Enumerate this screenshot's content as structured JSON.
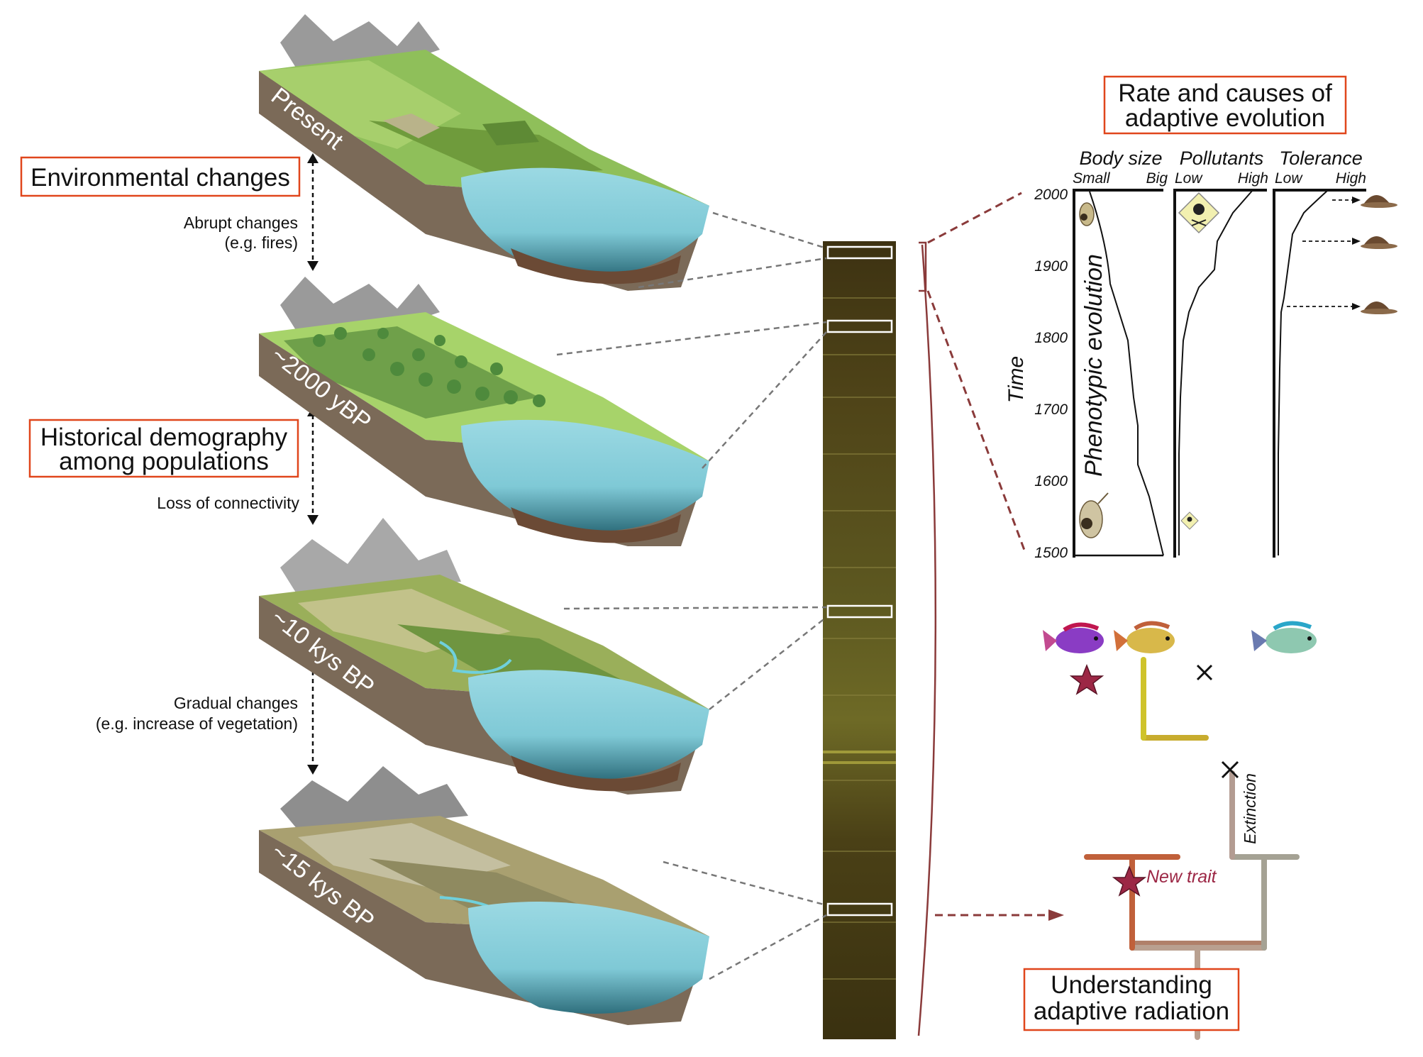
{
  "left_panel": {
    "environmental_changes": "Environmental changes",
    "abrupt_changes": "Abrupt changes",
    "abrupt_example": "(e.g. fires)",
    "historical_demography_line1": "Historical demography",
    "historical_demography_line2": "among populations",
    "loss_of_connectivity": "Loss of connectivity",
    "gradual_changes": "Gradual changes",
    "gradual_example": "(e.g. increase of vegetation)"
  },
  "landscapes": [
    {
      "label": "Present"
    },
    {
      "label": "~2000 yBP"
    },
    {
      "label": "~10 kys BP"
    },
    {
      "label": "~15 kys BP"
    }
  ],
  "rate_panel": {
    "title_line1": "Rate and causes of",
    "title_line2": "adaptive evolution",
    "column_headers": [
      "Body size",
      "Pollutants",
      "Tolerance"
    ],
    "body_size_scale": [
      "Small",
      "Big"
    ],
    "pollutants_scale": [
      "Low",
      "High"
    ],
    "tolerance_scale": [
      "Low",
      "High"
    ],
    "time_axis_label": "Time",
    "time_ticks": [
      "2000",
      "1900",
      "1800",
      "1700",
      "1600",
      "1500"
    ],
    "phenotypic_label": "Phenotypic evolution"
  },
  "radiation_panel": {
    "new_trait": "New trait",
    "extinction": "Extinction",
    "title_line1": "Understanding",
    "title_line2": "adaptive radiation"
  },
  "colors": {
    "box_border": "#e0461c",
    "connector_dark": "#8a3a3a",
    "connector_grey": "#777777",
    "water": "#86d3df",
    "soil": "#7b6a58",
    "core": "#4a3d14",
    "star": "#9c2745"
  }
}
